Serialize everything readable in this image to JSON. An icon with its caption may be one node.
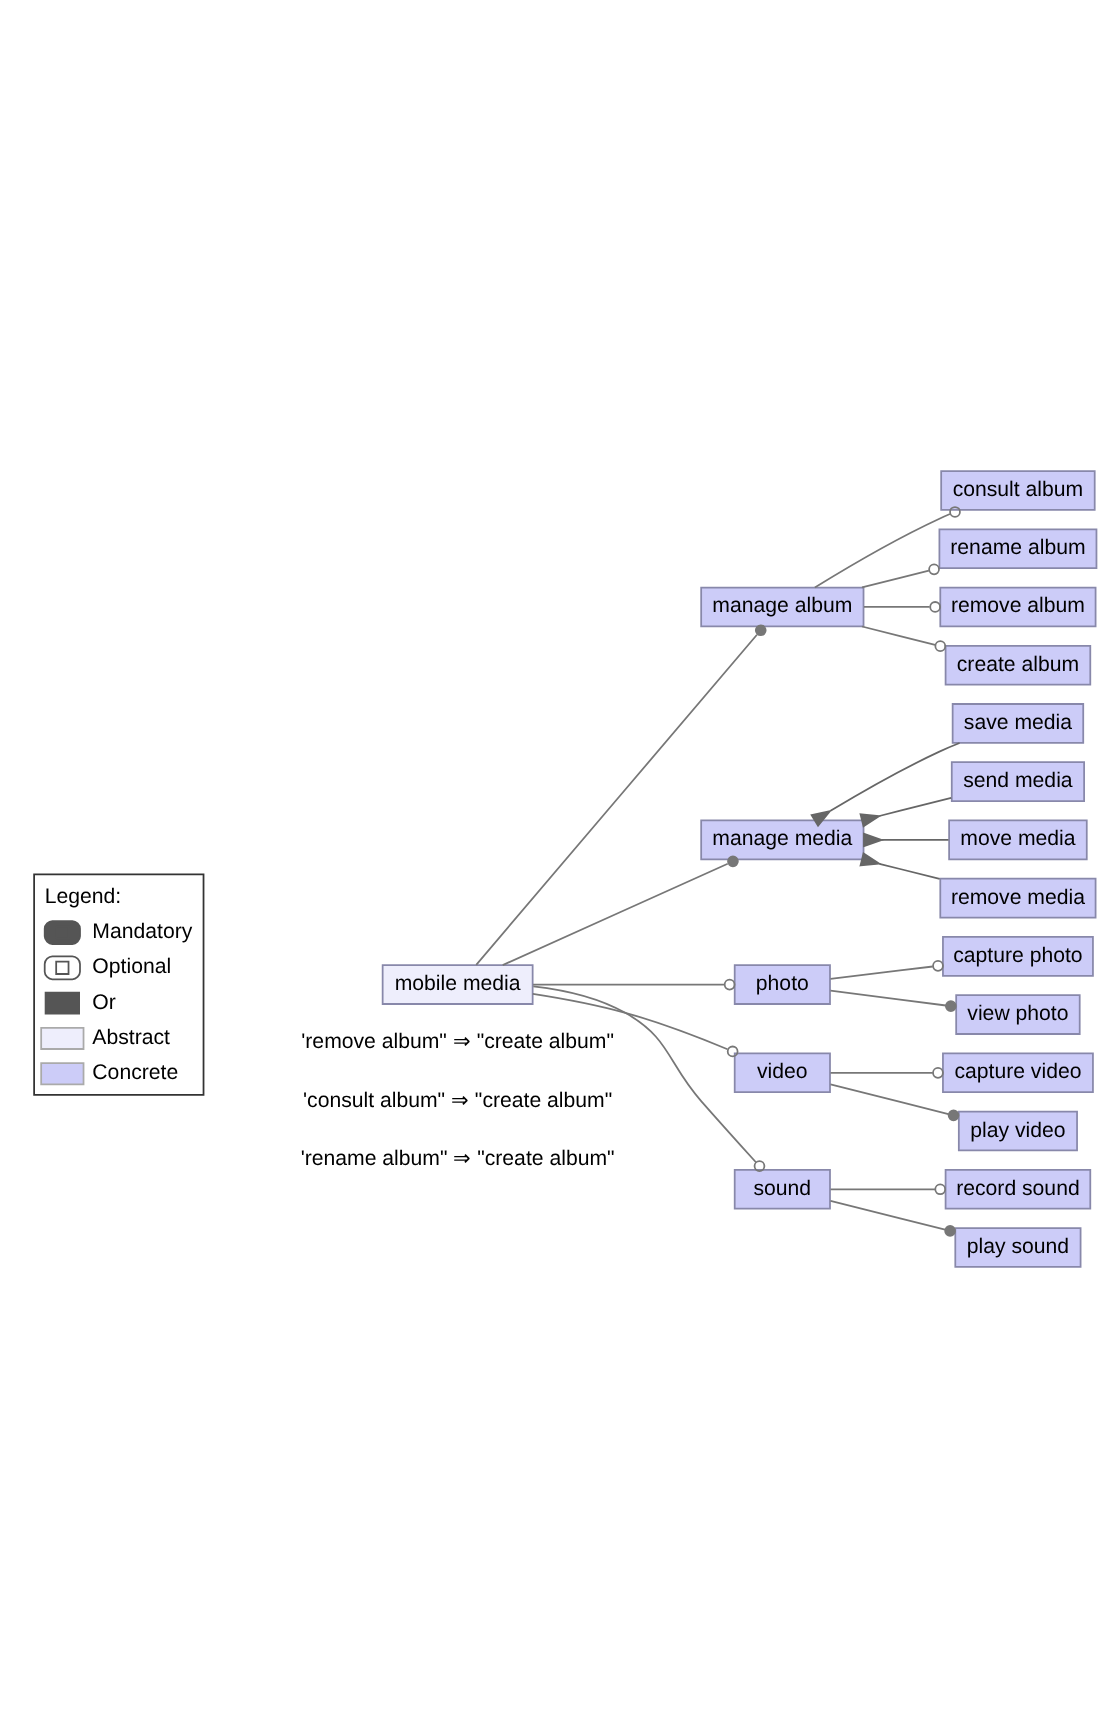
{
  "diagram": {
    "nodes": [
      {
        "text": [
          "mobile media"
        ]
      },
      {
        "text": [
          "manage album"
        ]
      },
      {
        "text": [
          "consult album"
        ]
      },
      {
        "text": [
          "rename album"
        ]
      },
      {
        "text": [
          "remove album"
        ]
      },
      {
        "text": [
          "create album"
        ]
      },
      {
        "text": [
          "manage media"
        ]
      },
      {
        "text": [
          "save media"
        ]
      },
      {
        "text": [
          "send media"
        ]
      },
      {
        "text": [
          "move media"
        ]
      },
      {
        "text": [
          "remove media"
        ]
      },
      {
        "text": [
          "photo"
        ]
      },
      {
        "text": [
          "capture photo"
        ]
      },
      {
        "text": [
          "view photo"
        ]
      },
      {
        "text": [
          "video"
        ]
      },
      {
        "text": [
          "capture video"
        ]
      },
      {
        "text": [
          "play video"
        ]
      },
      {
        "text": [
          "sound"
        ]
      },
      {
        "text": [
          "record sound"
        ]
      },
      {
        "text": [
          "play sound"
        ]
      }
    ],
    "edges": [
      {
        "from": 0,
        "to": 1,
        "arrow": "other"
      },
      {
        "from": 1,
        "to": 2,
        "arrow": "other"
      },
      {
        "from": 1,
        "to": 3,
        "arrow": "other"
      },
      {
        "from": 1,
        "to": 4,
        "arrow": "other"
      },
      {
        "from": 1,
        "to": 5,
        "arrow": "other"
      },
      {
        "from": 0,
        "to": 6,
        "arrow": "other"
      },
      {
        "from": 6,
        "to": 7,
        "arrow": "other"
      },
      {
        "from": 6,
        "to": 8,
        "arrow": "other"
      },
      {
        "from": 6,
        "to": 9,
        "arrow": "other"
      },
      {
        "from": 6,
        "to": 10,
        "arrow": "other"
      },
      {
        "from": 0,
        "to": 11,
        "arrow": "other"
      },
      {
        "from": 11,
        "to": 12,
        "arrow": "other"
      },
      {
        "from": 11,
        "to": 13,
        "arrow": "other"
      },
      {
        "from": 0,
        "to": 14,
        "arrow": "other"
      },
      {
        "from": 14,
        "to": 15,
        "arrow": "other"
      },
      {
        "from": 14,
        "to": 16,
        "arrow": "other"
      },
      {
        "from": 0,
        "to": 17,
        "arrow": "other"
      },
      {
        "from": 17,
        "to": 18,
        "arrow": "other"
      },
      {
        "from": 17,
        "to": 19,
        "arrow": "other"
      }
    ],
    "labels": [
      "Legend:",
      "'remove album\" ⇒ \"create album\"",
      "'consult album\" ⇒ \"create album\"",
      "'rename album\" ⇒ \"create album\""
    ],
    "legend": [
      {
        "text": "Mandatory"
      },
      {
        "text": "Optional"
      },
      {
        "text": "Or"
      },
      {
        "text": "Abstract",
        "color": "#eeeefc"
      },
      {
        "text": "Concrete",
        "color": "#ccccf8"
      }
    ]
  }
}
